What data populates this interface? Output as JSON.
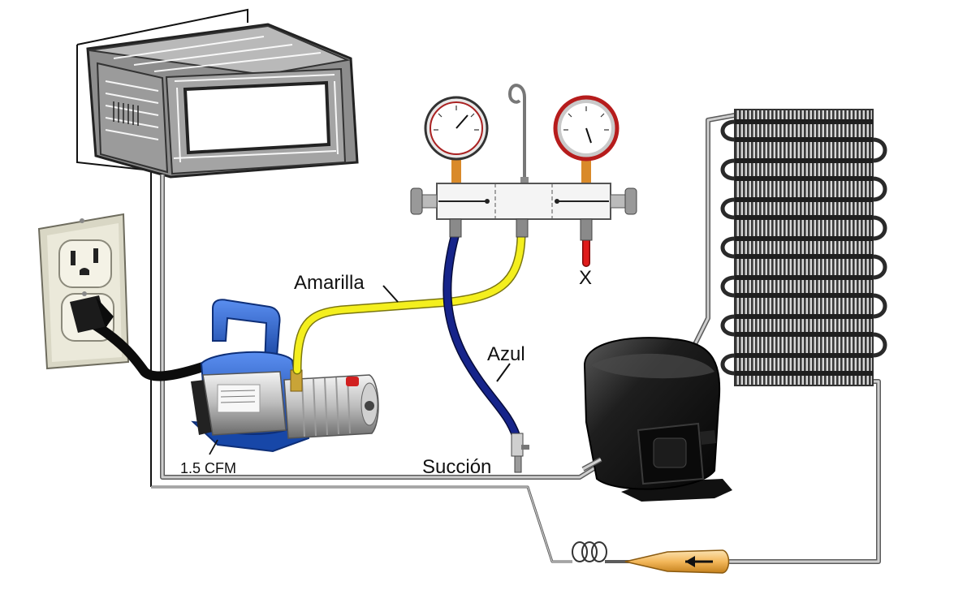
{
  "labels": {
    "yellow_hose": "Amarilla",
    "blue_hose": "Azul",
    "suction": "Succión",
    "pump_rating": "1.5 CFM",
    "closed_port_mark": "X"
  },
  "colors": {
    "yellow_hose": "#f4ef1e",
    "blue_hose": "#16248a",
    "red_hose": "#e01b1b",
    "tubing": "#9a9a9a",
    "pump_blue": "#1f5fd0",
    "compressor": "#161616",
    "filter": "#f3b75a"
  },
  "icons": {
    "evaporator": "evaporator-coil-icon",
    "outlet": "wall-outlet-icon",
    "pump": "vacuum-pump-icon",
    "manifold": "gauge-manifold-icon",
    "compressor": "compressor-icon",
    "condenser": "condenser-coil-icon",
    "capillary": "capillary-coil-icon",
    "filter": "filter-drier-icon"
  }
}
